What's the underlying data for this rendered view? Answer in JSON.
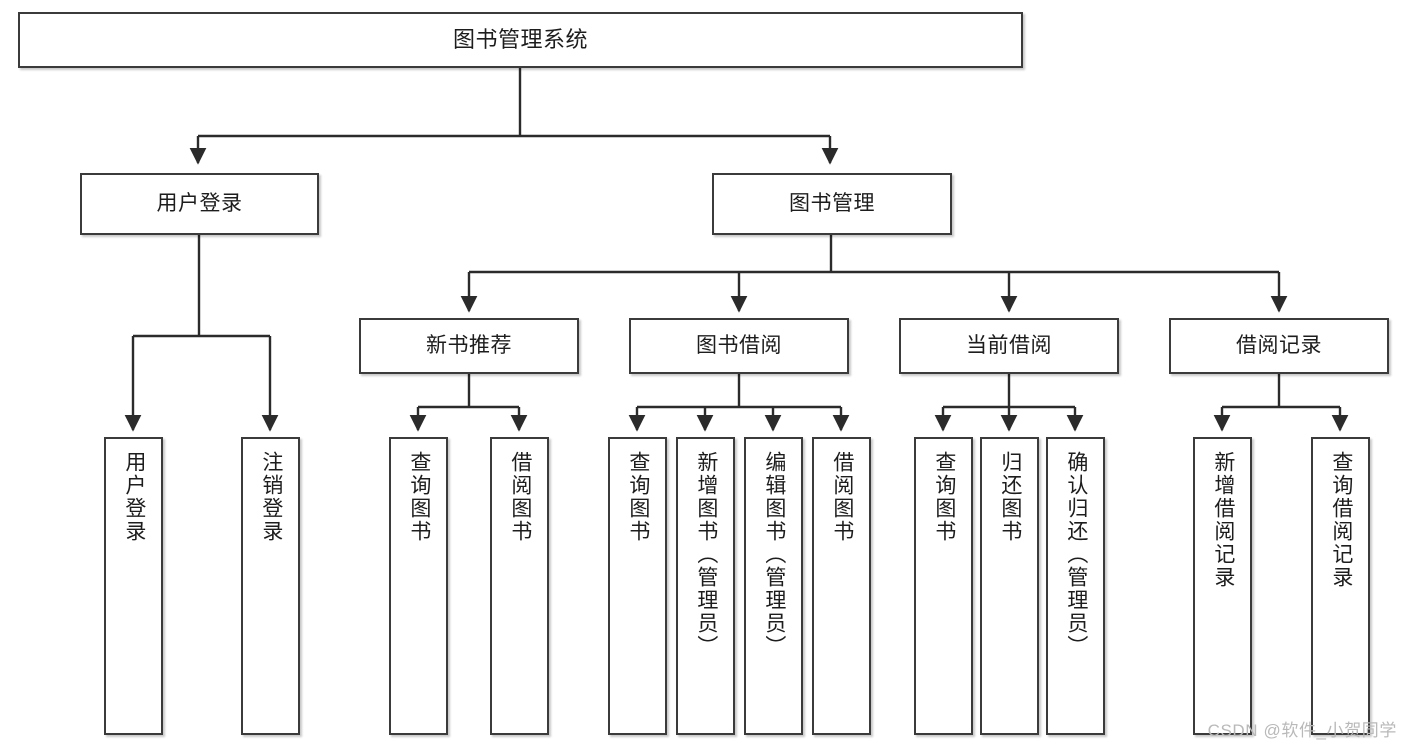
{
  "diagram": {
    "title": "图书管理系统",
    "type": "tree",
    "watermark": "CSDN @软件_小贺同学",
    "colors": {
      "border": "#3b3b3b",
      "fill": "#ffffff",
      "text": "#1d1d1d",
      "connector": "#2b2b2b",
      "watermark": "#b9b9b9"
    },
    "nodes": {
      "root": {
        "label": "图书管理系统"
      },
      "level1": [
        {
          "label": "用户登录"
        },
        {
          "label": "图书管理"
        }
      ],
      "level2": [
        {
          "label": "新书推荐"
        },
        {
          "label": "图书借阅"
        },
        {
          "label": "当前借阅"
        },
        {
          "label": "借阅记录"
        }
      ],
      "leaves_user_login": [
        {
          "label": "用户登录"
        },
        {
          "label": "注销登录"
        }
      ],
      "leaves_new_book": [
        {
          "label": "查询图书"
        },
        {
          "label": "借阅图书"
        }
      ],
      "leaves_borrow": [
        {
          "label": "查询图书"
        },
        {
          "label": "新增图书（管理员）"
        },
        {
          "label": "编辑图书（管理员）"
        },
        {
          "label": "借阅图书"
        }
      ],
      "leaves_current": [
        {
          "label": "查询图书"
        },
        {
          "label": "归还图书"
        },
        {
          "label": "确认归还（管理员）"
        }
      ],
      "leaves_records": [
        {
          "label": "新增借阅记录"
        },
        {
          "label": "查询借阅记录"
        }
      ]
    }
  }
}
